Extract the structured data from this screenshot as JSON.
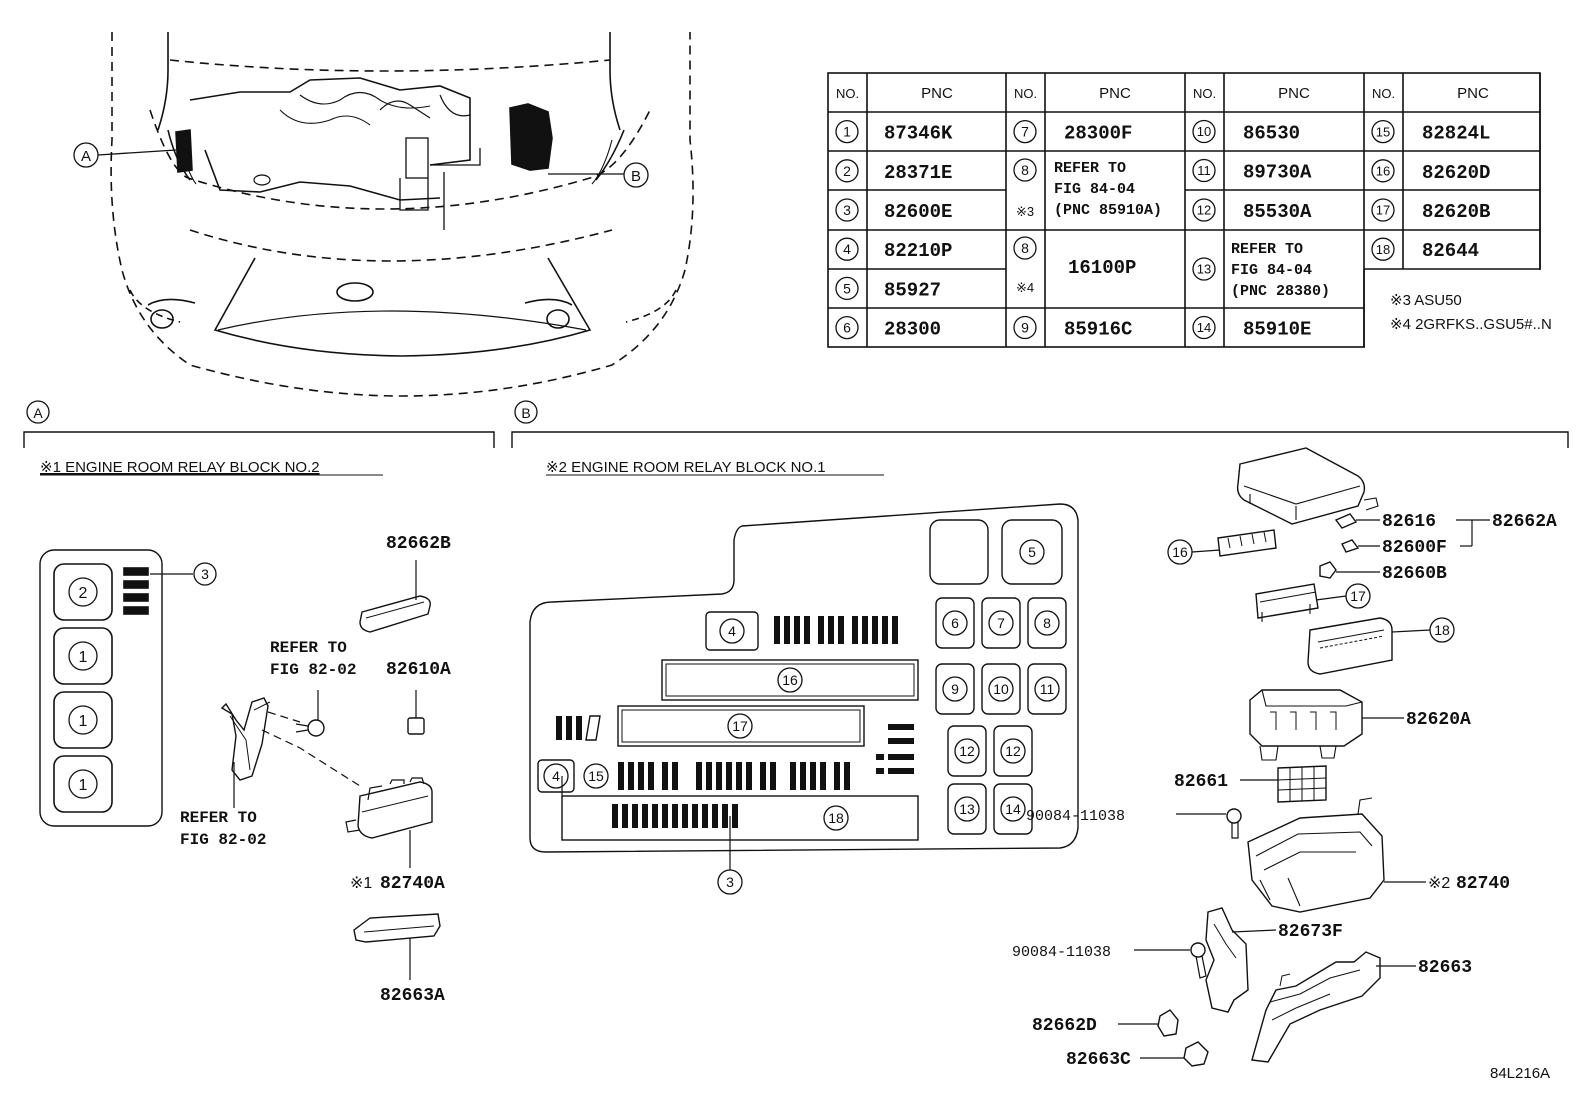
{
  "table": {
    "headers": [
      "NO.",
      "PNC"
    ],
    "columns": [
      [
        {
          "no": "1",
          "pnc": "87346K"
        },
        {
          "no": "2",
          "pnc": "28371E"
        },
        {
          "no": "3",
          "pnc": "82600E"
        },
        {
          "no": "4",
          "pnc": "82210P"
        },
        {
          "no": "5",
          "pnc": "85927"
        },
        {
          "no": "6",
          "pnc": "28300"
        }
      ],
      [
        {
          "no": "7",
          "pnc": "28300F"
        },
        {
          "no": "8",
          "mark": "※3",
          "pnc_lines": [
            "REFER TO",
            "FIG 84-04",
            "(PNC 85910A)"
          ]
        },
        {
          "no": "8",
          "mark": "※4",
          "pnc": "16100P"
        },
        {
          "no": "9",
          "pnc": "85916C"
        }
      ],
      [
        {
          "no": "10",
          "pnc": "86530"
        },
        {
          "no": "11",
          "pnc": "89730A"
        },
        {
          "no": "12",
          "pnc": "85530A"
        },
        {
          "no": "13",
          "pnc_lines": [
            "REFER TO",
            "FIG 84-04",
            "(PNC 28380)"
          ]
        },
        {
          "no": "14",
          "pnc": "85910E"
        }
      ],
      [
        {
          "no": "15",
          "pnc": "82824L"
        },
        {
          "no": "16",
          "pnc": "82620D"
        },
        {
          "no": "17",
          "pnc": "82620B"
        },
        {
          "no": "18",
          "pnc": "82644"
        }
      ]
    ]
  },
  "notes": [
    "※3 ASU50",
    "※4 2GRFKS..GSU5#..N"
  ],
  "callouts": {
    "a": "A",
    "b": "B"
  },
  "section_a": {
    "title": "※1 ENGINE ROOM RELAY BLOCK NO.2",
    "block_circles": [
      "2",
      "1",
      "1",
      "1"
    ],
    "pointer_circle": "3",
    "parts": {
      "p82662b": "82662B",
      "refer_top": [
        "REFER TO",
        "FIG 82-02"
      ],
      "p82610a": "82610A",
      "refer_bottom": [
        "REFER TO",
        "FIG 82-02"
      ],
      "p82740a_mark": "※1",
      "p82740a": "82740A",
      "p82663a": "82663A"
    }
  },
  "section_b": {
    "title": "※2 ENGINE ROOM RELAY BLOCK NO.1",
    "block_circles": {
      "c5": "5",
      "c4a": "4",
      "c6": "6",
      "c7": "7",
      "c8": "8",
      "c16": "16",
      "c9": "9",
      "c10": "10",
      "c11": "11",
      "c17": "17",
      "c12a": "12",
      "c12b": "12",
      "c4b": "4",
      "c15": "15",
      "c18": "18",
      "c13": "13",
      "c14": "14",
      "c3": "3"
    },
    "parts": {
      "p82616": "82616",
      "p82662a": "82662A",
      "p82600f": "82600F",
      "p82660b": "82660B",
      "c16": "16",
      "c17": "17",
      "c18": "18",
      "p82620a": "82620A",
      "p82661": "82661",
      "bolt1": "90084-11038",
      "p82740_mark": "※2",
      "p82740": "82740",
      "p82673f": "82673F",
      "bolt2": "90084-11038",
      "p82663": "82663",
      "p82662d": "82662D",
      "p82663c": "82663C"
    }
  },
  "figure_id": "84L216A"
}
